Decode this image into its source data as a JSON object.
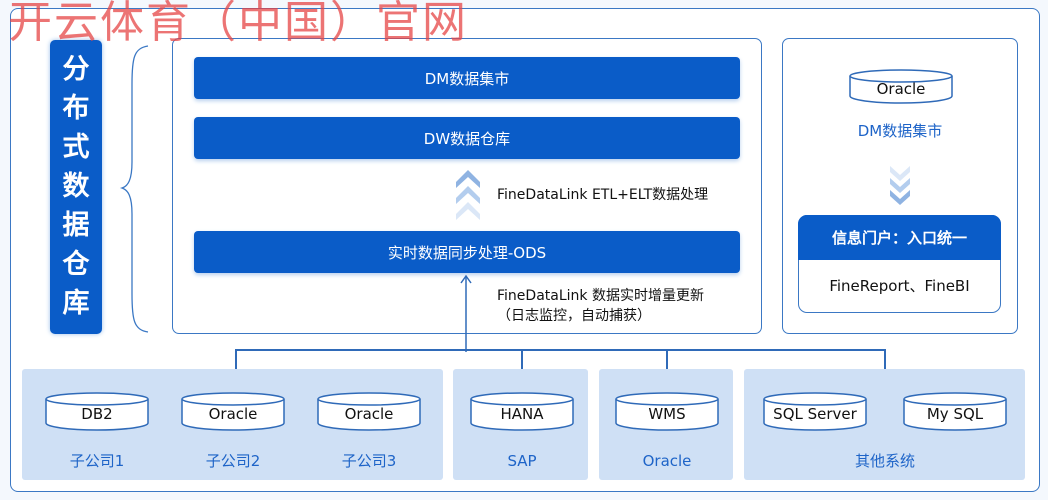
{
  "watermark": "开云体育（中国）官网",
  "side_label": [
    "分",
    "布",
    "式",
    "数",
    "据",
    "仓",
    "库"
  ],
  "warehouse": {
    "dm_bar": "DM数据集市",
    "dw_bar": "DW数据仓库",
    "etl_text": "FineDataLink ETL+ELT数据处理",
    "ods_bar": "实时数据同步处理-ODS",
    "sync_text_1": "FineDataLink 数据实时增量更新",
    "sync_text_2": "（日志监控，自动捕获）"
  },
  "right_panel": {
    "db": "Oracle",
    "db_label": "DM数据集市",
    "portal_title": "信息门户：入口统一",
    "portal_body": "FineReport、FineBI"
  },
  "sources": [
    {
      "label": "子公司1",
      "db": "DB2"
    },
    {
      "label": "子公司2",
      "db": "Oracle"
    },
    {
      "label": "子公司3",
      "db": "Oracle"
    },
    {
      "label": "SAP",
      "db": "HANA"
    },
    {
      "label": "Oracle",
      "db": "WMS"
    },
    {
      "label": "其他系统",
      "dbs": [
        "SQL Server",
        "My SQL"
      ]
    }
  ],
  "colors": {
    "primary": "#0a5cc8",
    "group_bg": "#cfe0f5",
    "label": "#1e64c8",
    "watermark": "#e64646"
  }
}
